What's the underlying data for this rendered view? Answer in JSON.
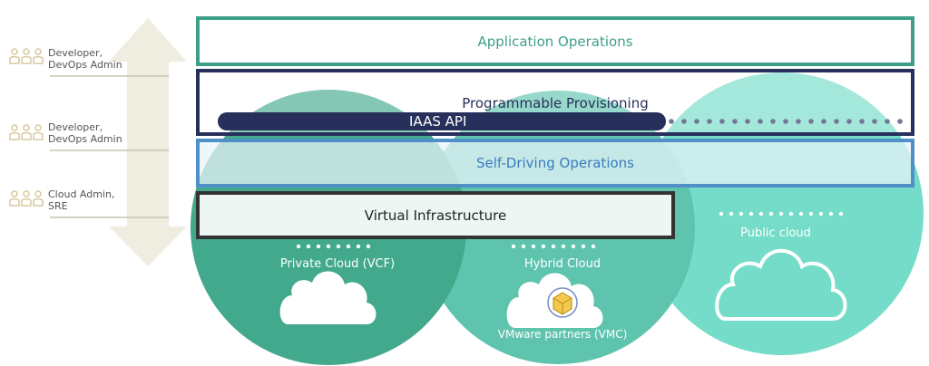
{
  "roles": [
    {
      "label": "Developer,\nDevOps Admin"
    },
    {
      "label": "Developer,\nDevOps Admin"
    },
    {
      "label": "Cloud Admin,\nSRE"
    }
  ],
  "layers": {
    "application": "Application Operations",
    "provisioning": "Programmable Provisioning",
    "iaas_api": "IAAS API",
    "self_driving": "Self-Driving Operations",
    "virtual": "Virtual Infrastructure"
  },
  "clouds": {
    "private": "Private Cloud (VCF)",
    "hybrid": "Hybrid Cloud",
    "hybrid_sub": "VMware partners (VMC)",
    "public": "Public cloud"
  },
  "colors": {
    "private_cloud": "#42a98d",
    "hybrid_cloud": "#5fc4ae",
    "public_cloud": "#74dcc8",
    "arrow": "#efece0",
    "provisioning": "#27305a",
    "self_driving": "#4f91c6",
    "application": "#3f9e8a",
    "vmware_icon": "#f2c94c"
  },
  "icons": {
    "role": "people-group-icon",
    "cloud": "cloud-outline-icon",
    "vmware": "vmware-cube-icon"
  }
}
